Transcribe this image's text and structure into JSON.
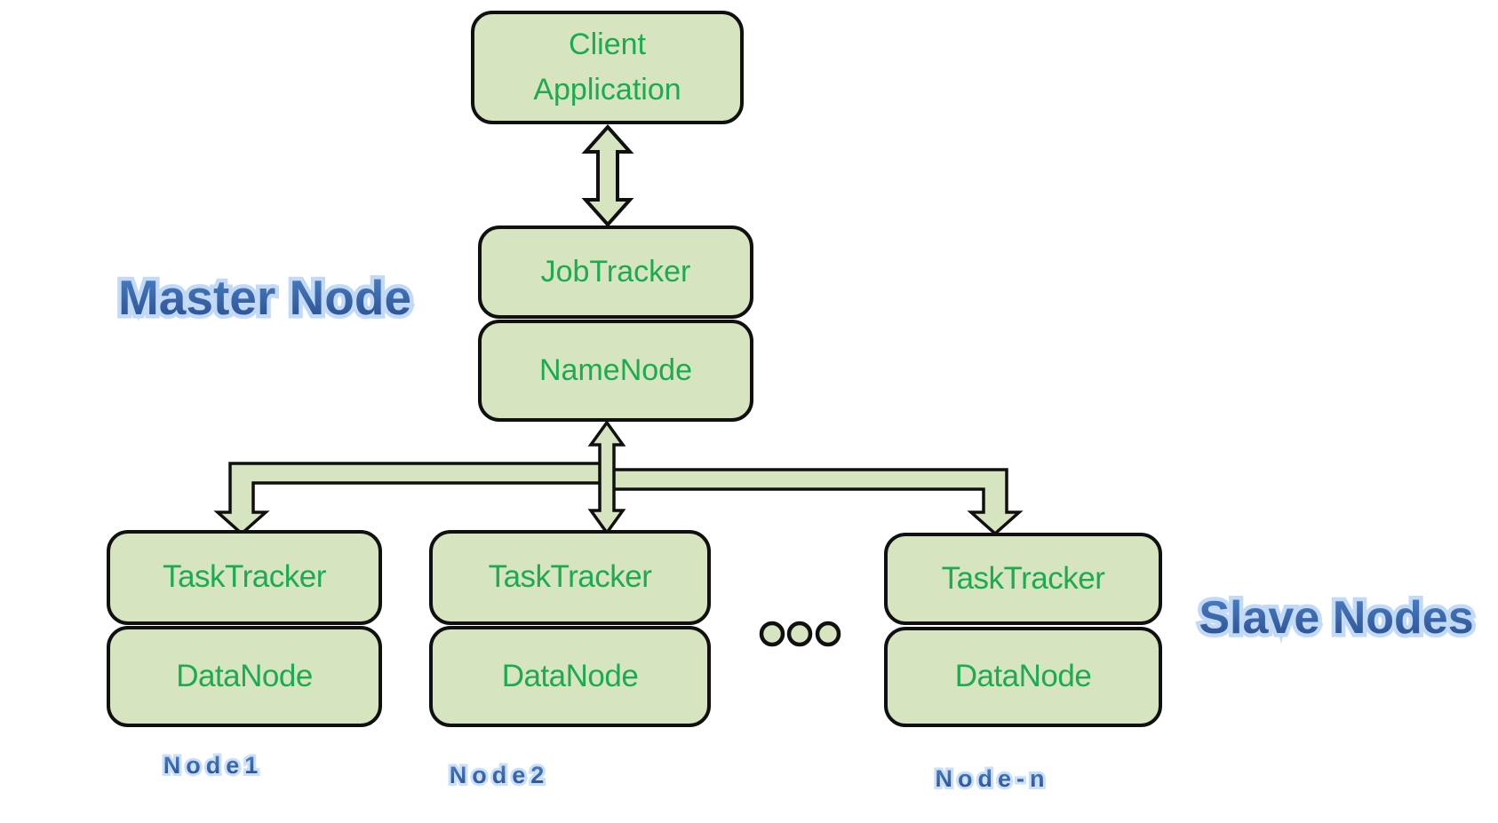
{
  "title": "Hadoop master-slave architecture diagram",
  "colors": {
    "shape_fill": "#d7e4c0",
    "shape_stroke": "#101010",
    "green_text": "#1cab4f",
    "blue_label_fill": "#3a68ad",
    "blue_label_outline": "#c3daf6",
    "background": "#ffffff"
  },
  "client": {
    "lines": [
      "Client",
      "Application"
    ]
  },
  "master": {
    "label": "Master Node",
    "boxes": [
      {
        "label": "JobTracker"
      },
      {
        "label": "NameNode"
      }
    ]
  },
  "slaves": {
    "label": "Slave Nodes",
    "ellipsis_icon": "three-dots",
    "nodes": [
      {
        "tracker": "TaskTracker",
        "data": "DataNode",
        "name": "Node1"
      },
      {
        "tracker": "TaskTracker",
        "data": "DataNode",
        "name": "Node2"
      },
      {
        "tracker": "TaskTracker",
        "data": "DataNode",
        "name": "Node-n"
      }
    ]
  },
  "connectors": {
    "client_jobtracker": "double-arrow",
    "namenode_slaves": "double-arrow",
    "branch_left": "elbow-arrow-down",
    "branch_right": "elbow-arrow-down"
  }
}
